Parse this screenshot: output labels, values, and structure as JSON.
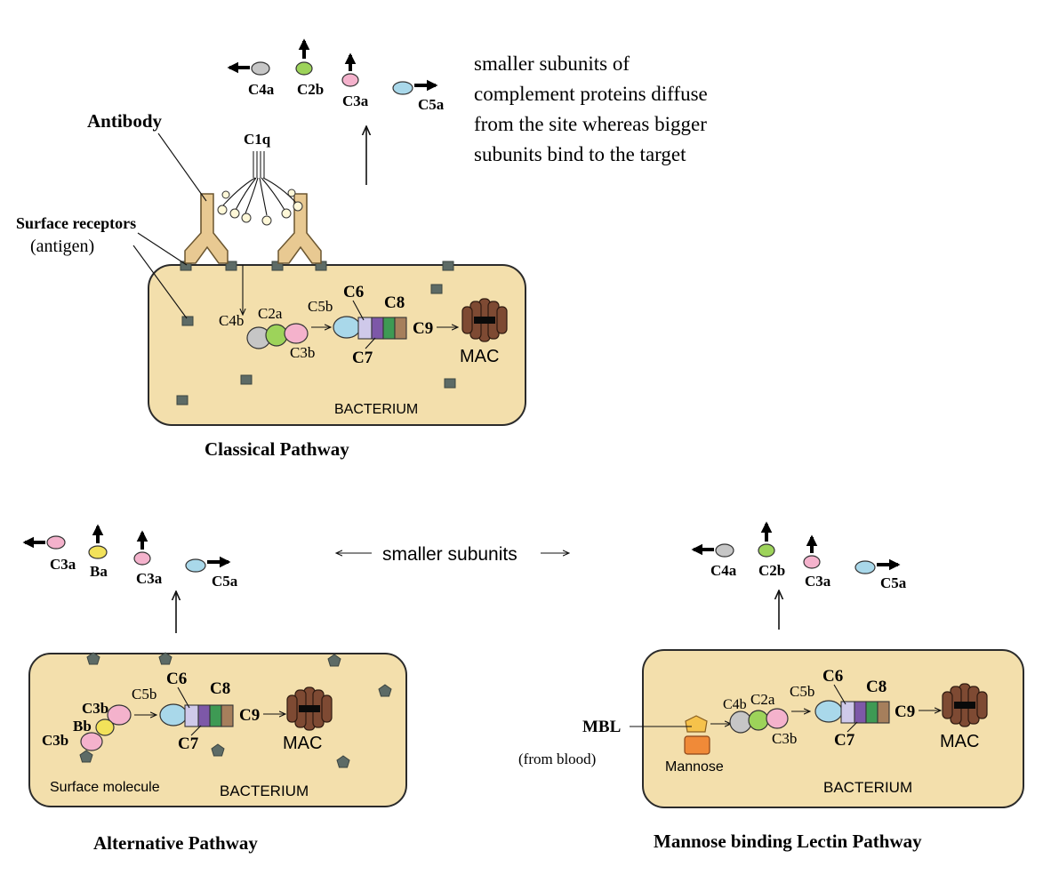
{
  "classical": {
    "title": "Classical Pathway",
    "antibody_label": "Antibody",
    "c1q_label": "C1q",
    "receptors_label": "Surface receptors",
    "antigen_label": "(antigen)",
    "bacterium_label": "BACTERIUM",
    "released": {
      "c4a": "C4a",
      "c2b": "C2b",
      "c3a": "C3a",
      "c5a": "C5a"
    },
    "note_lines": [
      "smaller subunits of",
      "complement proteins diffuse",
      "from the site whereas bigger",
      "subunits bind to the target"
    ],
    "complex": {
      "c4b": "C4b",
      "c2a": "C2a",
      "c3b": "C3b",
      "c5b": "C5b",
      "c6": "C6",
      "c7": "C7",
      "c8": "C8",
      "c9": "C9",
      "mac": "MAC"
    }
  },
  "alternative": {
    "title": "Alternative Pathway",
    "bacterium_label": "BACTERIUM",
    "surface_label": "Surface molecule",
    "released": {
      "c3a_1": "C3a",
      "ba": "Ba",
      "c3a_2": "C3a",
      "c5a": "C5a"
    },
    "complex": {
      "c3b_top": "C3b",
      "bb": "Bb",
      "c3b_bottom": "C3b",
      "c5b": "C5b",
      "c6": "C6",
      "c7": "C7",
      "c8": "C8",
      "c9": "C9",
      "mac": "MAC"
    }
  },
  "middle": {
    "smaller_subunits": "smaller subunits"
  },
  "lectin": {
    "title": "Mannose binding Lectin Pathway",
    "bacterium_label": "BACTERIUM",
    "mbl_label": "MBL",
    "from_blood_label": "(from blood)",
    "mannose_label": "Mannose",
    "released": {
      "c4a": "C4a",
      "c2b": "C2b",
      "c3a": "C3a",
      "c5a": "C5a"
    },
    "complex": {
      "c4b": "C4b",
      "c2a": "C2a",
      "c3b": "C3b",
      "c5b": "C5b",
      "c6": "C6",
      "c7": "C7",
      "c8": "C8",
      "c9": "C9",
      "mac": "MAC"
    }
  },
  "colors": {
    "cell_fill": "#f3dfac",
    "c4": "#c6c6c6",
    "c2": "#9dd35a",
    "c3": "#f4b2cc",
    "c5": "#a9d8ea",
    "c6": "#cfc9ea",
    "c7": "#7d58a8",
    "c8": "#3e9a54",
    "c9": "#a67f5c",
    "bb": "#f2e25a",
    "mac": "#7e4a33"
  }
}
